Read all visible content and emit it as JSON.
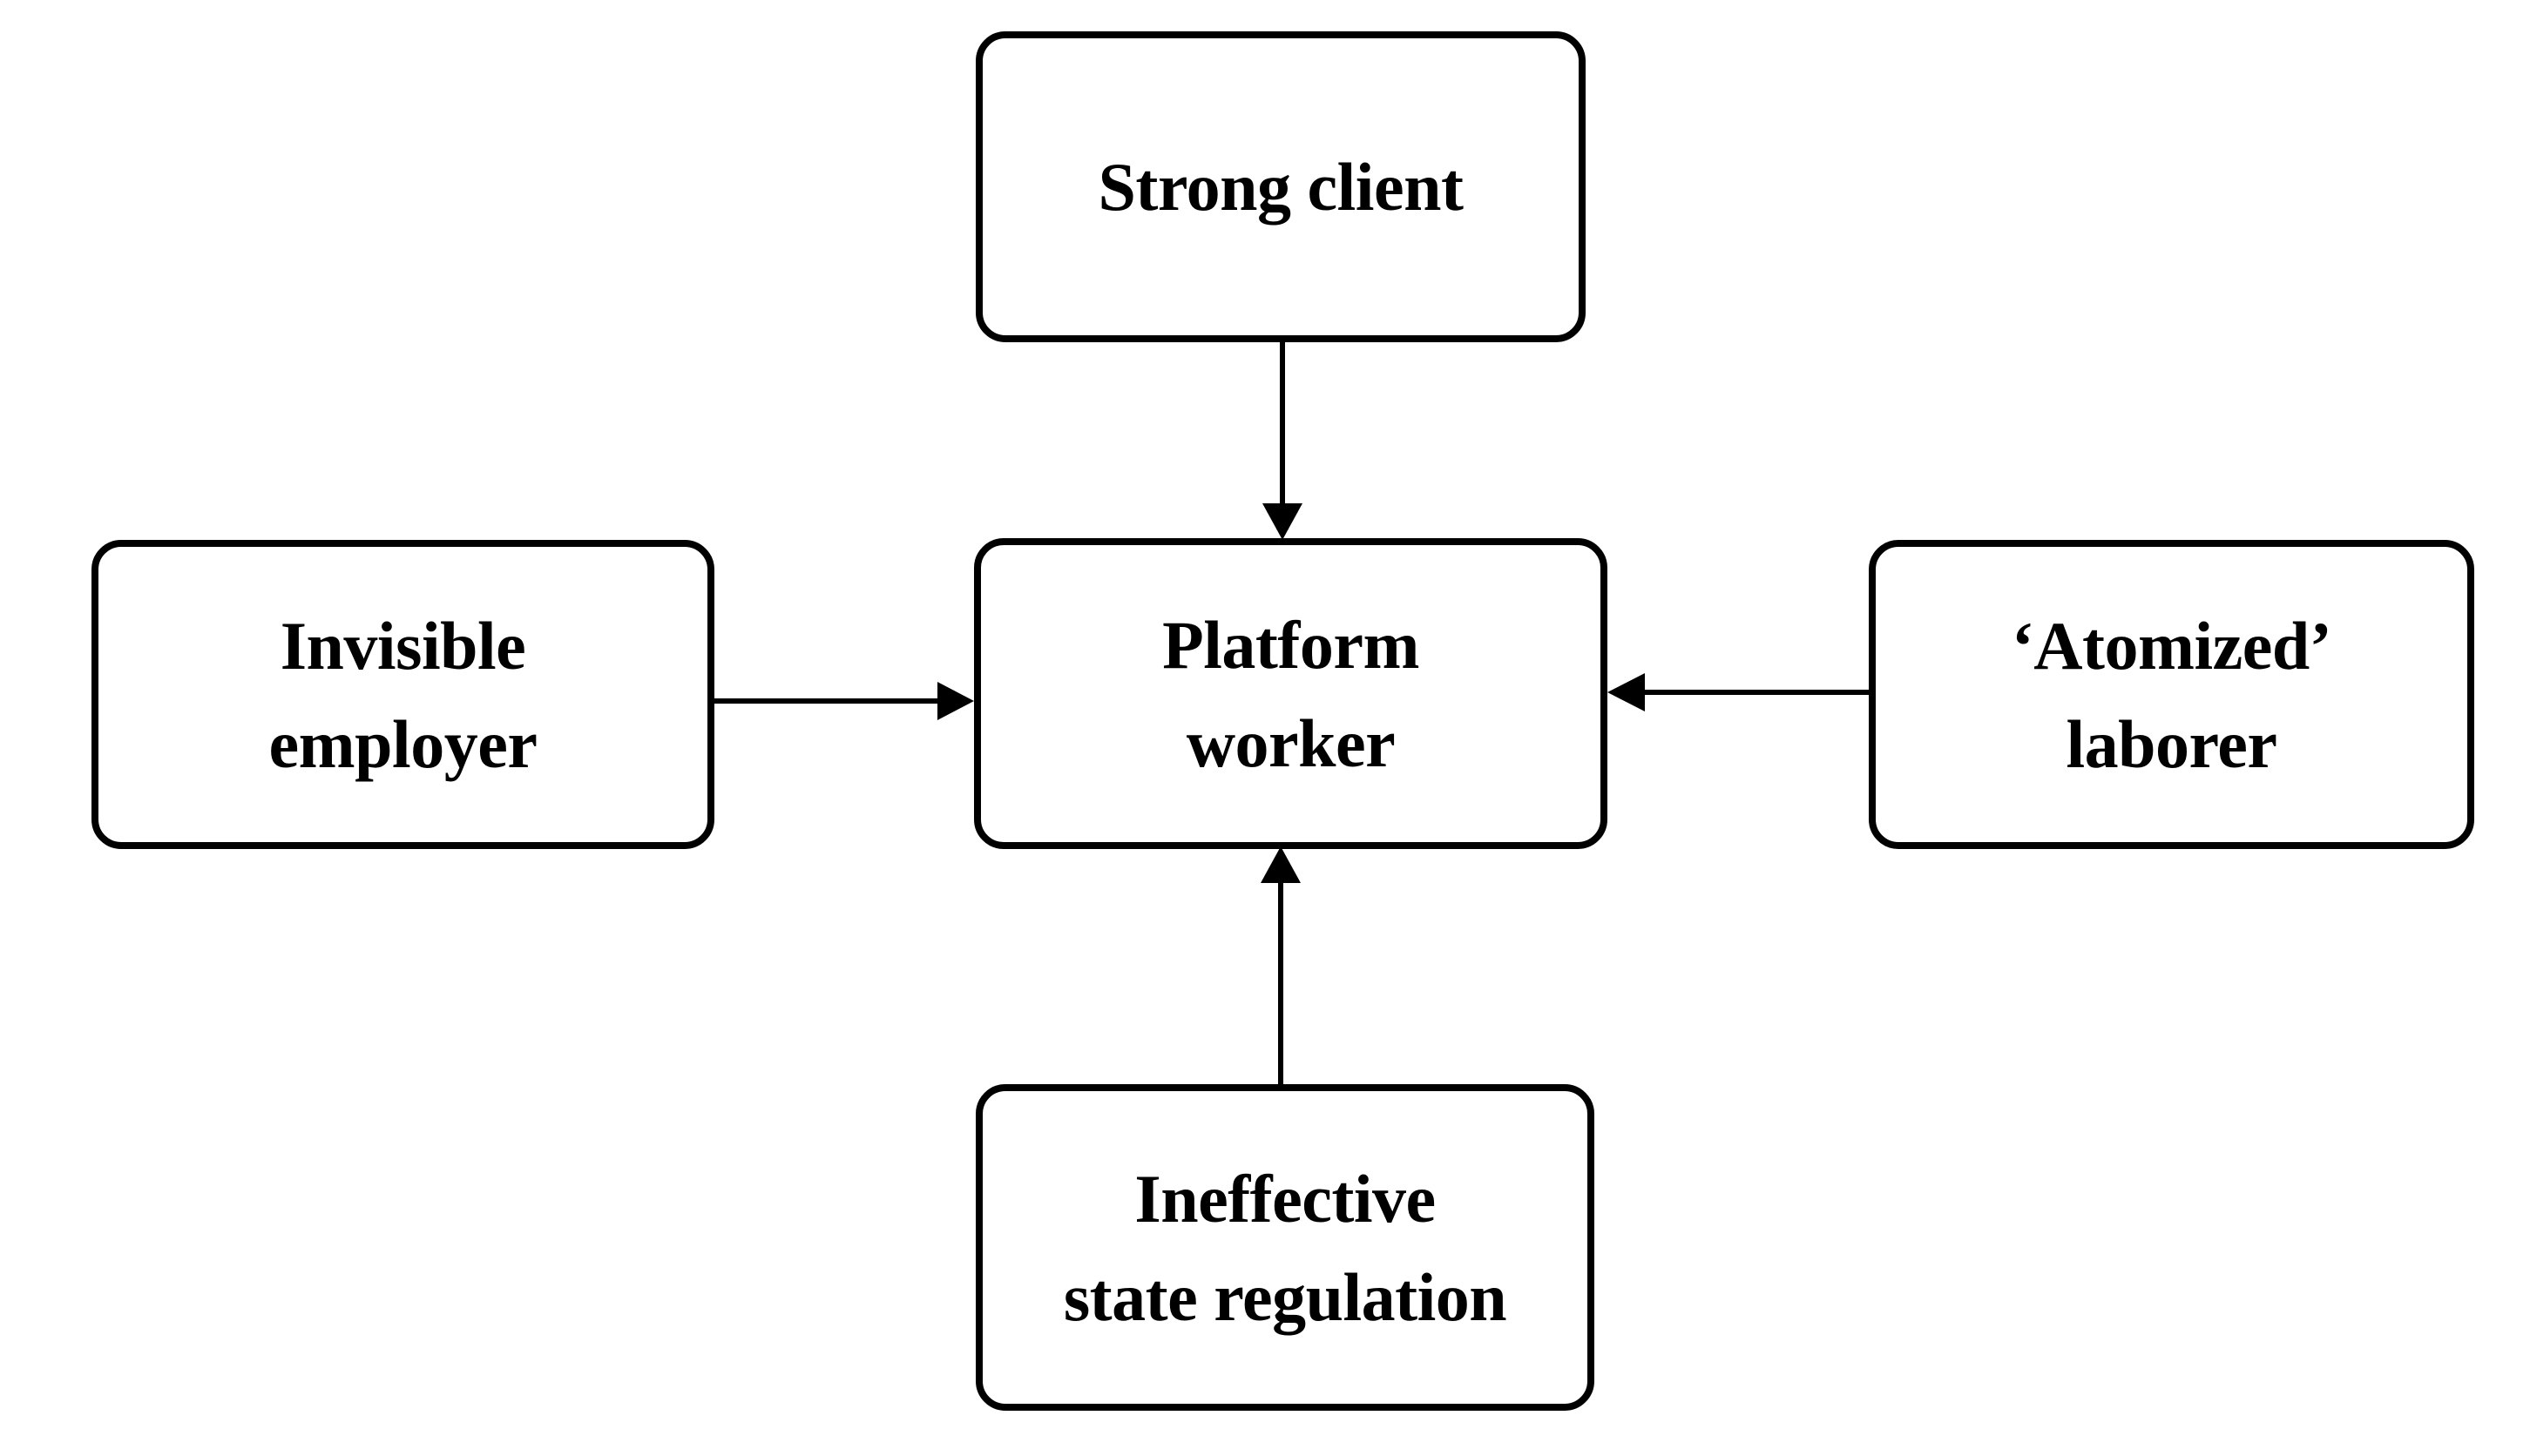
{
  "diagram": {
    "type": "concept-map",
    "title": "",
    "background_color": "#ffffff",
    "stroke_color": "#000000",
    "text_color": "#000000",
    "center_node": "Platform worker",
    "nodes": [
      {
        "id": "strong-client",
        "lines": [
          "Strong client"
        ],
        "position": "top"
      },
      {
        "id": "platform-worker",
        "lines": [
          "Platform",
          "worker"
        ],
        "position": "center"
      },
      {
        "id": "invisible-employer",
        "lines": [
          "Invisible",
          "employer"
        ],
        "position": "left"
      },
      {
        "id": "atomized-laborer",
        "lines": [
          "‘Atomized’",
          "laborer"
        ],
        "position": "right"
      },
      {
        "id": "state-regulation",
        "lines": [
          "Ineffective",
          "state regulation"
        ],
        "position": "bottom"
      }
    ],
    "edges": [
      {
        "id": "edge-strong-client-to-platform-worker",
        "from": "strong-client",
        "to": "platform-worker",
        "direction": "down",
        "style": "solid-arrow"
      },
      {
        "id": "edge-invisible-employer-to-platform-worker",
        "from": "invisible-employer",
        "to": "platform-worker",
        "direction": "right",
        "style": "solid-arrow"
      },
      {
        "id": "edge-atomized-laborer-to-platform-worker",
        "from": "atomized-laborer",
        "to": "platform-worker",
        "direction": "left",
        "style": "solid-arrow"
      },
      {
        "id": "edge-state-regulation-to-platform-worker",
        "from": "state-regulation",
        "to": "platform-worker",
        "direction": "up",
        "style": "solid-arrow"
      }
    ]
  }
}
